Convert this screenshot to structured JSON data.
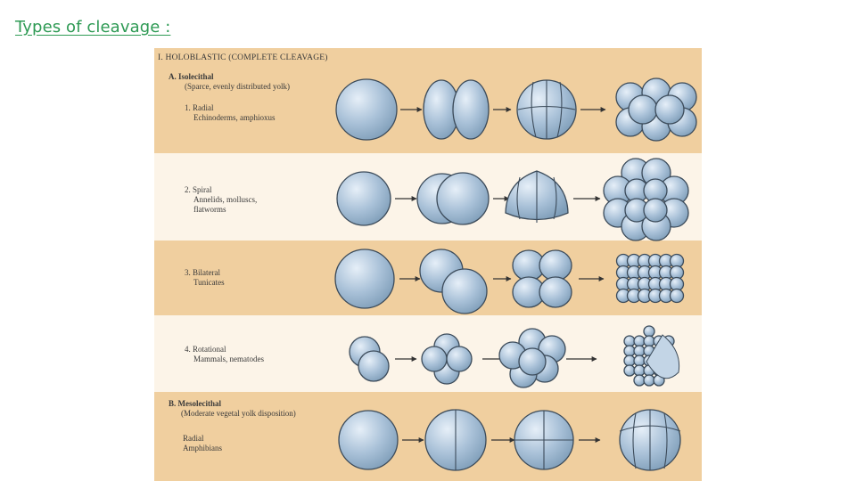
{
  "slide": {
    "title": "Types of cleavage :"
  },
  "figure": {
    "heading": "I. HOLOBLASTIC (COMPLETE CLEAVAGE)",
    "group_a": {
      "title": "A. Isolecithal",
      "subtitle": "(Sparce, evenly distributed yolk)"
    },
    "group_b": {
      "title": "B. Mesolecithal",
      "subtitle": "(Moderate vegetal yolk disposition)"
    },
    "rows": [
      {
        "num": "1. Radial",
        "organisms": "Echinoderms, amphioxus"
      },
      {
        "num": "2. Spiral",
        "organisms": "Annelids, molluscs,",
        "organisms2": "flatworms"
      },
      {
        "num": "3. Bilateral",
        "organisms": "Tunicates"
      },
      {
        "num": "4. Rotational",
        "organisms": "Mammals, nematodes"
      },
      {
        "num": "Radial",
        "organisms": "Amphibians"
      }
    ],
    "colors": {
      "band_dark": "#f0cf9f",
      "band_light": "#fcf4e8",
      "cell_light": "#dbe8f4",
      "cell_dark": "#7e9db8",
      "outline": "#3c4b5a",
      "title_green": "#2e9a54"
    },
    "icons": [
      "embryo-cell-icon",
      "arrow-right-icon"
    ]
  }
}
